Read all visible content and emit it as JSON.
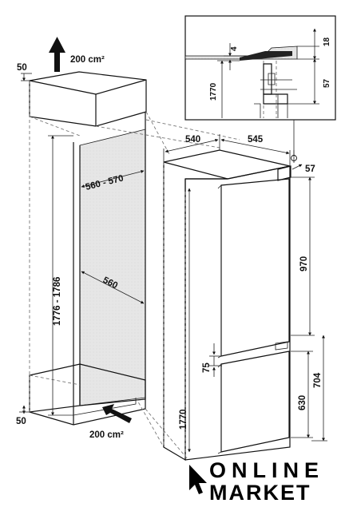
{
  "niche": {
    "vent_top": "200 cm²",
    "vent_bottom": "200 cm²",
    "top_gap": "50",
    "bottom_gap": "50",
    "height_range": "1776 - 1786",
    "depth_range": "560 - 570",
    "width": "560"
  },
  "appliance": {
    "width": "540",
    "depth": "545",
    "door_offset": "57",
    "upper_door_height": "970",
    "gap_between_doors": "75",
    "lower_door_height": "630",
    "lower_section_height": "704",
    "total_height": "1770"
  },
  "detail": {
    "top_clearance": "4",
    "hinge_top": "18",
    "hinge_depth": "57",
    "height": "1770"
  },
  "logo": {
    "line1": "ONLINE",
    "line2": "MARKET"
  }
}
